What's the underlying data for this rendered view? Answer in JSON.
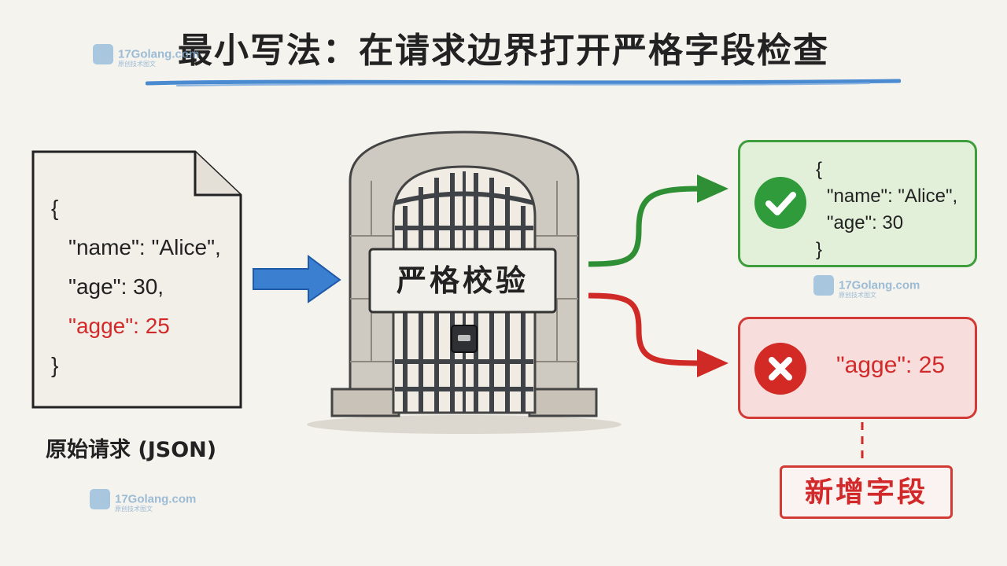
{
  "title": "最小写法：在请求边界打开严格字段检查",
  "request": {
    "lines": [
      "{",
      "\"name\": \"Alice\",",
      "\"age\": 30,",
      "\"agge\": 25",
      "}"
    ],
    "caption": "原始请求 (JSON)"
  },
  "gate": {
    "label": "严格校验"
  },
  "accepted": {
    "lines": [
      "{",
      "\"name\": \"Alice\",",
      "\"age\": 30",
      "}"
    ]
  },
  "rejected": {
    "field": "\"agge\": 25"
  },
  "new_field_tag": "新增字段",
  "watermark": {
    "name": "17Golang.com",
    "sub": "原创技术图文"
  },
  "colors": {
    "accent_blue": "#3b7fd1",
    "success": "#2f9b3a",
    "error": "#d32a26",
    "background": "#f5f3ee"
  }
}
